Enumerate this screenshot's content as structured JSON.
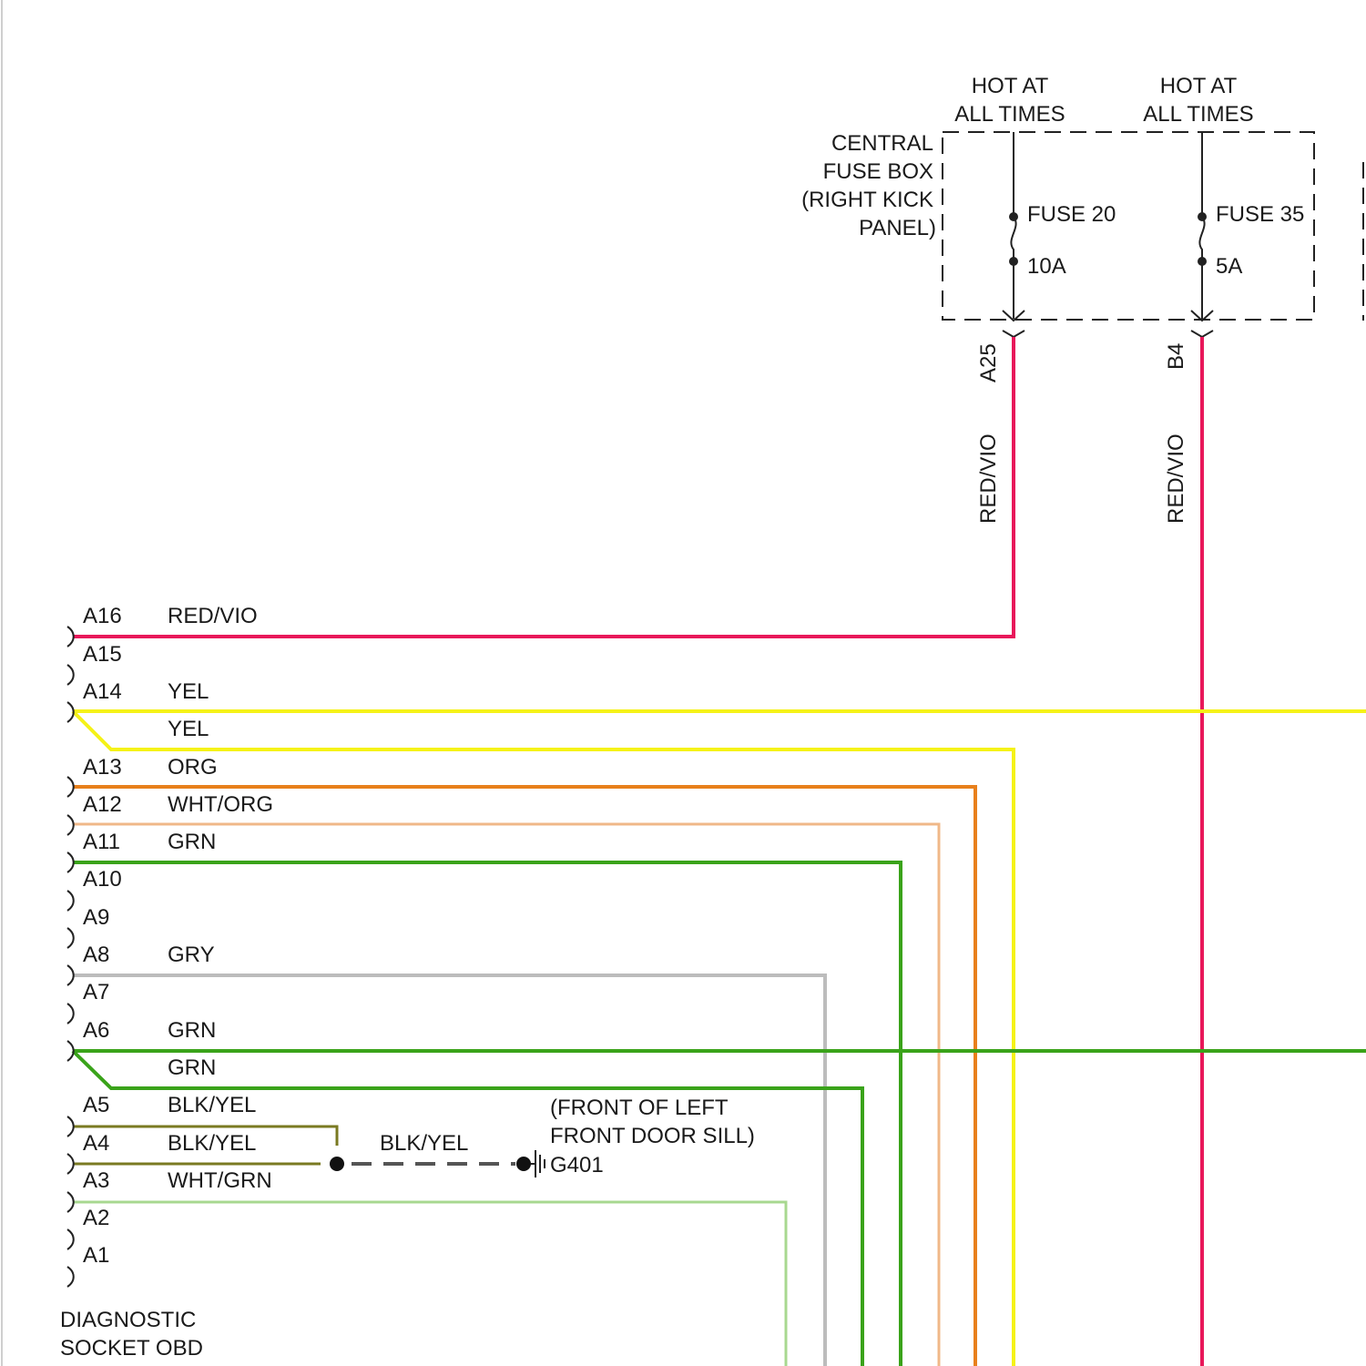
{
  "colors": {
    "red_vio": "#e8185a",
    "yel": "#f5f218",
    "org": "#e8801c",
    "wht_org": "#f0b888",
    "grn": "#3aa31a",
    "gry": "#bcbcbc",
    "blk_yel": "#7a7a22",
    "wht_grn": "#a8d890",
    "ink": "#1a1a1a",
    "dash": "#555555"
  },
  "fuse_box": {
    "name_lines": [
      "CENTRAL",
      "FUSE BOX",
      "(RIGHT KICK",
      "PANEL)"
    ],
    "fuses": [
      {
        "hot_lines": [
          "HOT AT",
          "ALL TIMES"
        ],
        "name": "FUSE 20",
        "rating": "10A",
        "terminal": "A25",
        "wire": "RED/VIO"
      },
      {
        "hot_lines": [
          "HOT AT",
          "ALL TIMES"
        ],
        "name": "FUSE 35",
        "rating": "5A",
        "terminal": "B4",
        "wire": "RED/VIO"
      }
    ]
  },
  "connector": {
    "name_lines": [
      "DIAGNOSTIC",
      "SOCKET OBD"
    ],
    "pins": [
      {
        "pin": "A16",
        "wire": "RED/VIO"
      },
      {
        "pin": "A15",
        "wire": ""
      },
      {
        "pin": "A14",
        "wire": "YEL"
      },
      {
        "pin": "",
        "wire": "YEL"
      },
      {
        "pin": "A13",
        "wire": "ORG"
      },
      {
        "pin": "A12",
        "wire": "WHT/ORG"
      },
      {
        "pin": "A11",
        "wire": "GRN"
      },
      {
        "pin": "A10",
        "wire": ""
      },
      {
        "pin": "A9",
        "wire": ""
      },
      {
        "pin": "A8",
        "wire": "GRY"
      },
      {
        "pin": "A7",
        "wire": ""
      },
      {
        "pin": "A6",
        "wire": "GRN"
      },
      {
        "pin": "",
        "wire": "GRN"
      },
      {
        "pin": "A5",
        "wire": "BLK/YEL"
      },
      {
        "pin": "A4",
        "wire": "BLK/YEL"
      },
      {
        "pin": "A3",
        "wire": "WHT/GRN"
      },
      {
        "pin": "A2",
        "wire": ""
      },
      {
        "pin": "A1",
        "wire": ""
      }
    ]
  },
  "ground": {
    "wire": "BLK/YEL",
    "name": "G401",
    "location_lines": [
      "(FRONT OF LEFT",
      "FRONT DOOR SILL)"
    ]
  }
}
